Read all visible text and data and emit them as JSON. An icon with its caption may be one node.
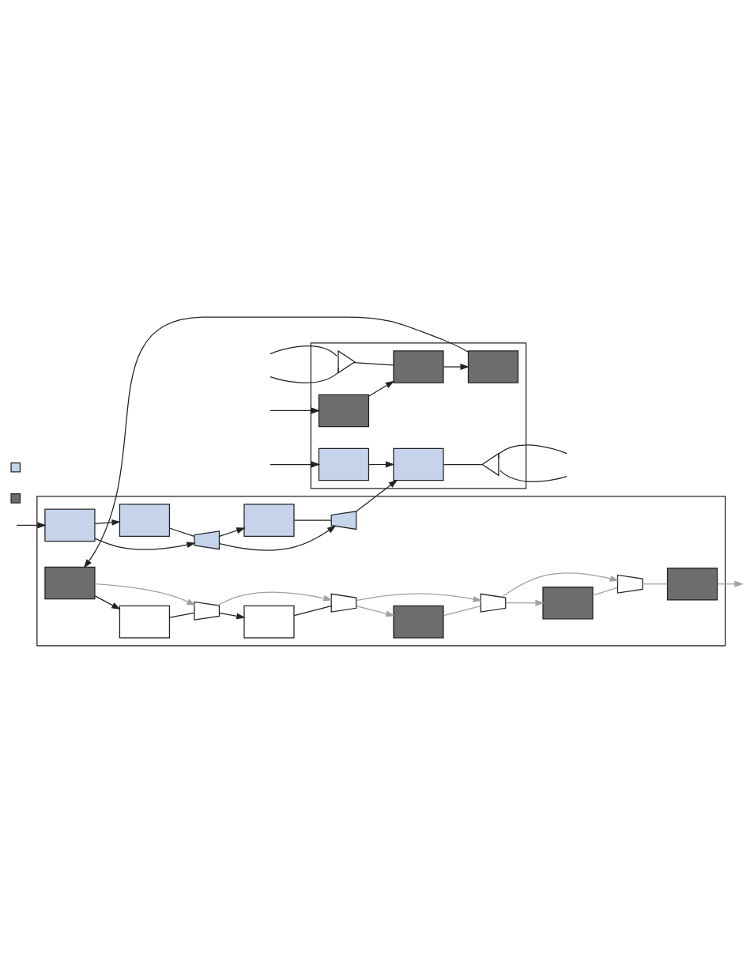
{
  "diagram": {
    "nodes": [
      {
        "text": [],
        "shape": "box"
      },
      {
        "text": [],
        "shape": "box"
      },
      {
        "text": [],
        "shape": "box",
        "in": 0
      },
      {
        "text": [],
        "shape": "triangle",
        "in": 0
      },
      {
        "text": [],
        "shape": "box",
        "in": 0
      },
      {
        "text": [],
        "shape": "box",
        "in": 0
      },
      {
        "text": [],
        "shape": "box",
        "in": 0
      },
      {
        "text": [],
        "shape": "triangle",
        "in": 0
      },
      {
        "text": [],
        "shape": "box",
        "in": 0
      },
      {
        "text": [],
        "shape": "box",
        "in": 1
      },
      {
        "text": [],
        "shape": "box",
        "in": 1
      },
      {
        "text": [],
        "shape": "trapezoid",
        "in": 1
      },
      {
        "text": [],
        "shape": "box",
        "in": 1
      },
      {
        "text": [],
        "shape": "trapezoid",
        "in": 1
      },
      {
        "text": [],
        "shape": "box",
        "in": 1
      },
      {
        "text": [],
        "shape": "trapezoid",
        "in": 1
      },
      {
        "text": [],
        "shape": "box",
        "in": 1
      },
      {
        "text": [],
        "shape": "trapezoid",
        "in": 1
      },
      {
        "text": [],
        "shape": "box",
        "in": 1
      },
      {
        "text": [],
        "shape": "trapezoid",
        "in": 1
      },
      {
        "text": [],
        "shape": "box",
        "in": 1
      },
      {
        "text": [],
        "shape": "trapezoid",
        "in": 1
      },
      {
        "text": [],
        "shape": "box",
        "in": 1
      },
      {
        "text": [],
        "shape": "box",
        "in": 1
      },
      {
        "text": [],
        "shape": "box"
      },
      {
        "text": [],
        "shape": "box"
      }
    ],
    "edges": [
      {
        "from": null,
        "to": 3,
        "arrow": "none"
      },
      {
        "from": null,
        "to": 3,
        "arrow": "none"
      },
      {
        "from": 3,
        "to": 4,
        "arrow": "none"
      },
      {
        "from": null,
        "to": 5,
        "arrow": "to"
      },
      {
        "from": 5,
        "to": 4,
        "arrow": "to"
      },
      {
        "from": 4,
        "to": 2,
        "arrow": "to"
      },
      {
        "from": 2,
        "to": 9,
        "arrow": "to"
      },
      {
        "from": null,
        "to": 6,
        "arrow": "to"
      },
      {
        "from": 6,
        "to": 8,
        "arrow": "to"
      },
      {
        "from": 8,
        "to": 7,
        "arrow": "none"
      },
      {
        "from": 7,
        "to": null,
        "arrow": "none"
      },
      {
        "from": 7,
        "to": null,
        "arrow": "none"
      },
      {
        "from": 9,
        "to": 11,
        "arrow": "to",
        "color": "#a0a0a0"
      },
      {
        "from": 9,
        "to": 10,
        "arrow": "to"
      },
      {
        "from": 10,
        "to": 11,
        "arrow": "none"
      },
      {
        "from": 11,
        "to": 13,
        "arrow": "to",
        "color": "#a0a0a0"
      },
      {
        "from": 11,
        "to": 12,
        "arrow": "to"
      },
      {
        "from": 12,
        "to": 13,
        "arrow": "none"
      },
      {
        "from": 13,
        "to": 15,
        "arrow": "to",
        "color": "#a0a0a0"
      },
      {
        "from": 13,
        "to": 14,
        "arrow": "to",
        "color": "#a0a0a0"
      },
      {
        "from": 14,
        "to": 15,
        "arrow": "none",
        "color": "#a0a0a0"
      },
      {
        "from": 15,
        "to": 17,
        "arrow": "to",
        "color": "#a0a0a0"
      },
      {
        "from": 15,
        "to": 16,
        "arrow": "to",
        "color": "#a0a0a0"
      },
      {
        "from": 16,
        "to": 17,
        "arrow": "none",
        "color": "#a0a0a0"
      },
      {
        "from": 17,
        "to": 18,
        "arrow": "none",
        "color": "#a0a0a0"
      },
      {
        "from": 18,
        "to": null,
        "arrow": "to",
        "color": "#a0a0a0"
      },
      {
        "from": null,
        "to": 23,
        "arrow": "to"
      },
      {
        "from": 23,
        "to": 22,
        "arrow": "to"
      },
      {
        "from": 23,
        "to": 21,
        "arrow": "to"
      },
      {
        "from": 22,
        "to": 21,
        "arrow": "none"
      },
      {
        "from": 21,
        "to": 19,
        "arrow": "to"
      },
      {
        "from": 21,
        "to": 20,
        "arrow": "to"
      },
      {
        "from": 20,
        "to": 19,
        "arrow": "none"
      },
      {
        "from": 19,
        "to": 8,
        "arrow": "to"
      }
    ]
  }
}
